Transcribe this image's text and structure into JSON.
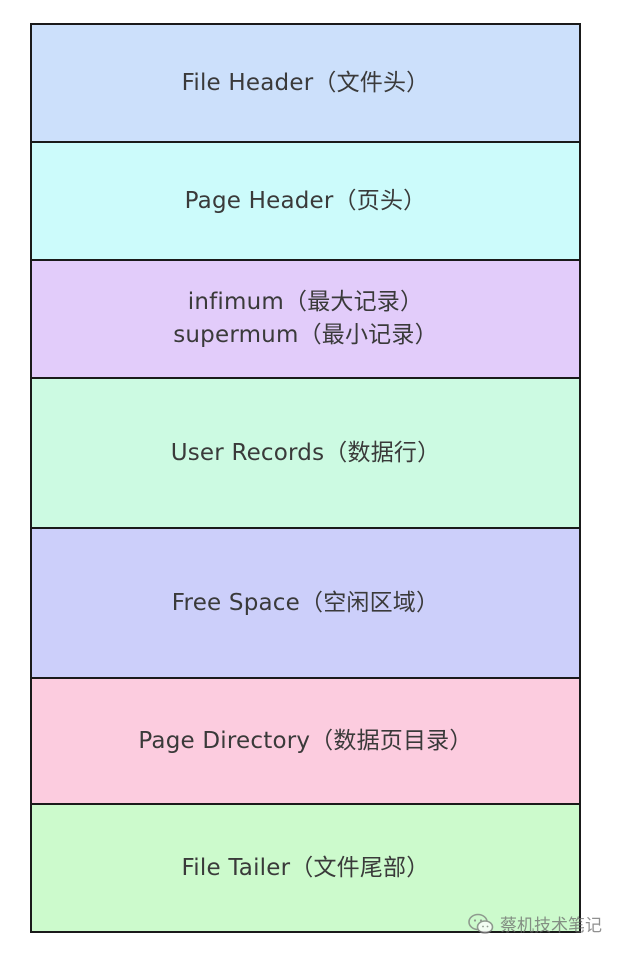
{
  "blocks": [
    {
      "id": "file-header",
      "lines": [
        "File Header（文件头）"
      ],
      "color": "#cce0fb"
    },
    {
      "id": "page-header",
      "lines": [
        "Page Header（页头）"
      ],
      "color": "#ccfbfb"
    },
    {
      "id": "infimum-supremum",
      "lines": [
        "infimum（最大记录）",
        "supermum（最小记录）"
      ],
      "color": "#e2ccfa"
    },
    {
      "id": "user-records",
      "lines": [
        "User Records（数据行）"
      ],
      "color": "#ccfae2"
    },
    {
      "id": "free-space",
      "lines": [
        "Free Space（空闲区域）"
      ],
      "color": "#cccffa"
    },
    {
      "id": "page-directory",
      "lines": [
        "Page Directory（数据页目录）"
      ],
      "color": "#fcccdf"
    },
    {
      "id": "file-tailer",
      "lines": [
        "File Tailer（文件尾部）"
      ],
      "color": "#ccfacc"
    }
  ],
  "watermark": {
    "text": "蔡机技术笔记",
    "icon": "wechat-icon"
  }
}
